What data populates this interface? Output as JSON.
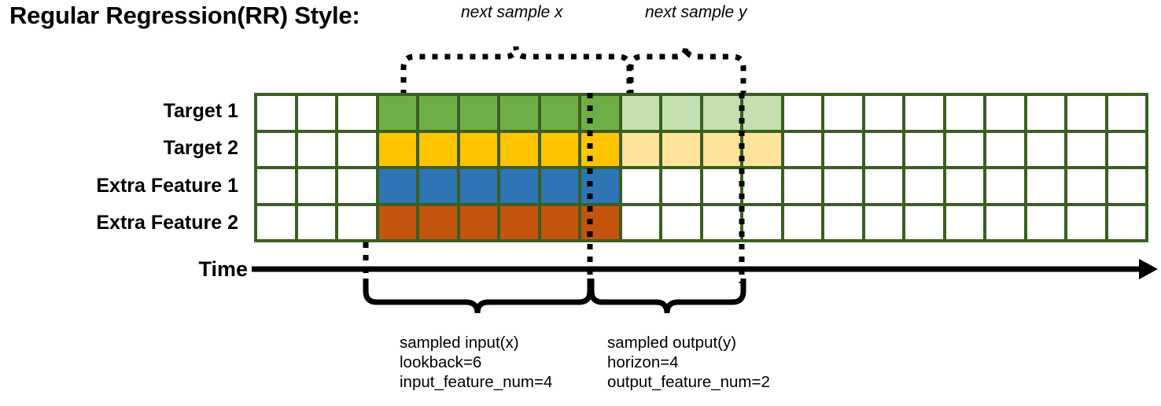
{
  "title": "Regular Regression(RR) Style:",
  "annotations": {
    "next_sample_x": "next sample x",
    "next_sample_y": "next sample y"
  },
  "rows": [
    {
      "label": "Target 1",
      "name": "target-1"
    },
    {
      "label": "Target 2",
      "name": "target-2"
    },
    {
      "label": "Extra Feature 1",
      "name": "extra-feature-1"
    },
    {
      "label": "Extra Feature 2",
      "name": "extra-feature-2"
    }
  ],
  "time_axis": {
    "label": "Time"
  },
  "captions": {
    "input": {
      "title": "sampled input(x)",
      "line2": "lookback=6",
      "line3": "input_feature_num=4"
    },
    "output": {
      "title": "sampled output(y)",
      "line2": "horizon=4",
      "line3": "output_feature_num=2"
    }
  },
  "grid": {
    "columns": 22,
    "rows": 4,
    "input_start_column": 4,
    "input_end_column": 9,
    "output_start_column": 10,
    "output_end_column": 13,
    "cells": [
      [
        "white",
        "white",
        "white",
        "green",
        "green",
        "green",
        "green",
        "green",
        "green",
        "greenlt",
        "greenlt",
        "greenlt",
        "greenlt",
        "white",
        "white",
        "white",
        "white",
        "white",
        "white",
        "white",
        "white",
        "white"
      ],
      [
        "white",
        "white",
        "white",
        "yellow",
        "yellow",
        "yellow",
        "yellow",
        "yellow",
        "yellow",
        "yellowlt",
        "yellowlt",
        "yellowlt",
        "yellowlt",
        "white",
        "white",
        "white",
        "white",
        "white",
        "white",
        "white",
        "white",
        "white"
      ],
      [
        "white",
        "white",
        "white",
        "blue",
        "blue",
        "blue",
        "blue",
        "blue",
        "blue",
        "white",
        "white",
        "white",
        "white",
        "white",
        "white",
        "white",
        "white",
        "white",
        "white",
        "white",
        "white",
        "white"
      ],
      [
        "white",
        "white",
        "white",
        "orange",
        "orange",
        "orange",
        "orange",
        "orange",
        "orange",
        "white",
        "white",
        "white",
        "white",
        "white",
        "white",
        "white",
        "white",
        "white",
        "white",
        "white",
        "white",
        "white"
      ]
    ]
  },
  "colors": {
    "grid_border": "#3a5f20",
    "green": "#6FAE47",
    "green_light": "#C5DFB0",
    "yellow": "#FFC300",
    "yellow_light": "#FDE49A",
    "blue": "#2E75B6",
    "orange": "#C5540F",
    "white": "#FFFFFF",
    "line": "#000000"
  }
}
